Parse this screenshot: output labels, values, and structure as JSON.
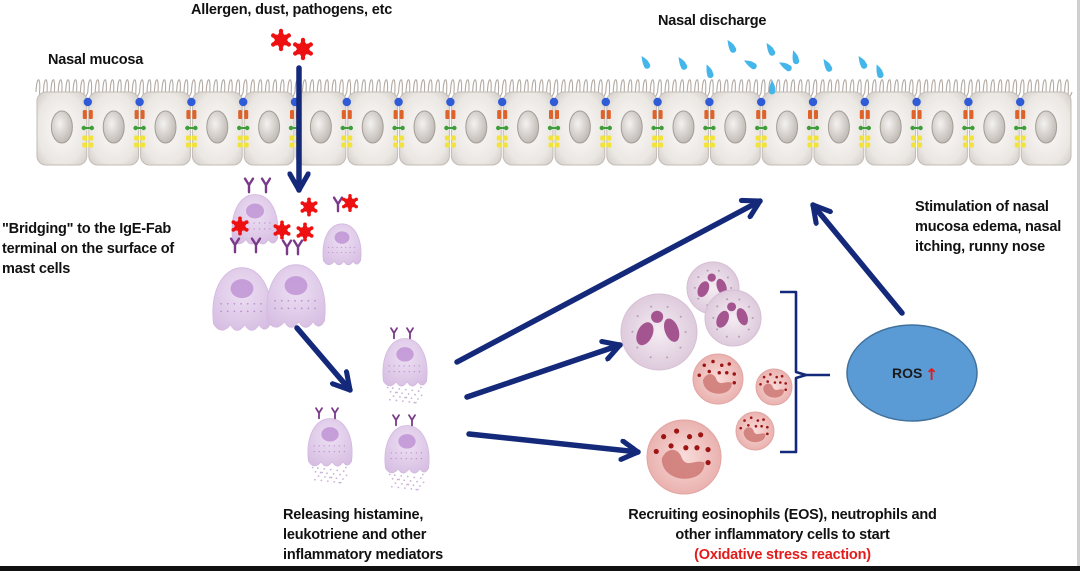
{
  "diagram": {
    "labels": {
      "allergen": "Allergen, dust, pathogens, etc",
      "nasal_mucosa": "Nasal mucosa",
      "nasal_discharge": "Nasal discharge",
      "bridging": [
        "\"Bridging\" to the IgE-Fab",
        "terminal on the surface of",
        "mast cells"
      ],
      "stimulation": [
        "Stimulation of nasal",
        "mucosa edema, nasal",
        "itching, runny nose"
      ],
      "releasing": [
        "Releasing histamine,",
        "leukotriene and other",
        "inflammatory mediators"
      ],
      "recruiting": [
        "Recruiting eosinophils (EOS), neutrophils and",
        "other inflammatory cells to start"
      ],
      "oxidative": "(Oxidative stress reaction)",
      "ros": "ROS",
      "ros_arrow": "↑"
    },
    "colors": {
      "arrow": "#14297a",
      "ros_fill": "#5b9bd5",
      "ros_stroke": "#41719c",
      "allergen": "#ee1111",
      "highlight_text": "#e41b1b",
      "mast_cell": "#dcc3e6",
      "mast_nucleus": "#b98ad0",
      "antibody": "#7a3a8a",
      "neutrophil": "#e8d9e6",
      "neutrophil_nucleus": "#a4558f",
      "eosinophil": "#f0c2c0",
      "eosinophil_nucleus": "#cf7c78",
      "granule": "#9c1414",
      "epithelium": "#ebe7e3",
      "discharge": "#45b6ea"
    },
    "epithelium_cell_count": 20,
    "discharge_drop_count": 12
  }
}
